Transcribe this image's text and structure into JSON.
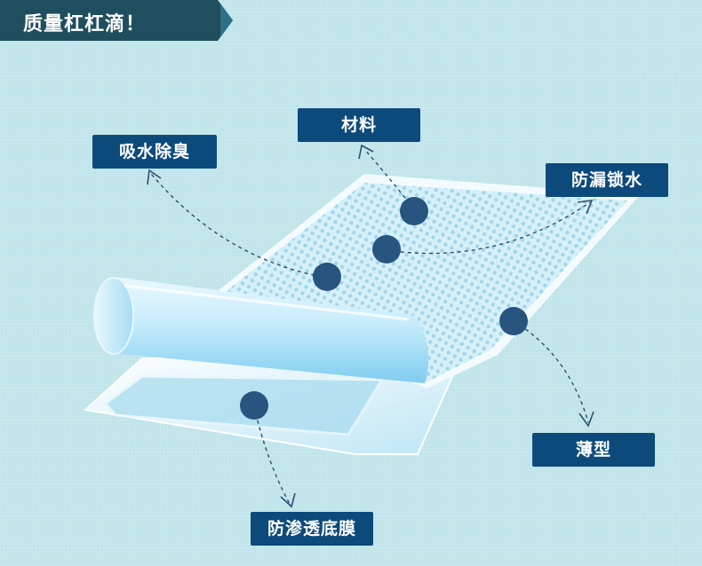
{
  "banner": {
    "title": "质量杠杠滴！"
  },
  "labels": {
    "material": "材料",
    "absorb_deodorize": "吸水除臭",
    "leak_lock": "防漏锁水",
    "thin": "薄型",
    "bottom_film": "防渗透底膜"
  },
  "colors": {
    "background": "#bfe4ea",
    "label_bg": "#0c4a7c",
    "banner_bg": "#1f4e5f",
    "dot": "#27557f"
  }
}
